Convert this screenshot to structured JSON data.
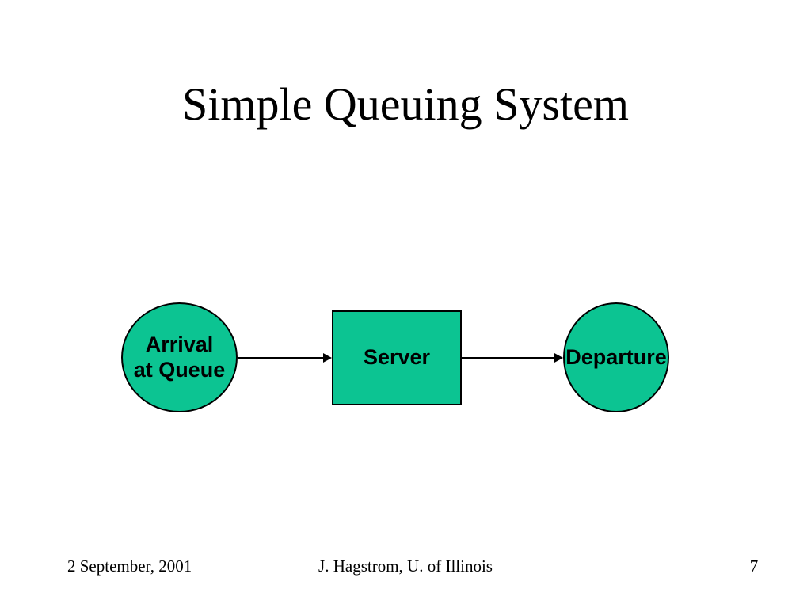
{
  "slide": {
    "title": "Simple Queuing System",
    "colors": {
      "background": "#ffffff",
      "shape_fill": "#0cc492",
      "shape_border": "#000000",
      "arrow": "#000000",
      "text": "#000000"
    },
    "diagram": {
      "arrival": {
        "shape": "ellipse",
        "label": "Arrival\nat Queue"
      },
      "server": {
        "shape": "rectangle",
        "label": "Server"
      },
      "departure": {
        "shape": "ellipse",
        "label": "Departure"
      },
      "arrows": [
        {
          "from": "arrival",
          "to": "server",
          "direction": "right"
        },
        {
          "from": "server",
          "to": "departure",
          "direction": "right"
        }
      ]
    },
    "footer": {
      "date": "2 September, 2001",
      "author": "J. Hagstrom, U. of Illinois",
      "page_number": "7"
    }
  }
}
